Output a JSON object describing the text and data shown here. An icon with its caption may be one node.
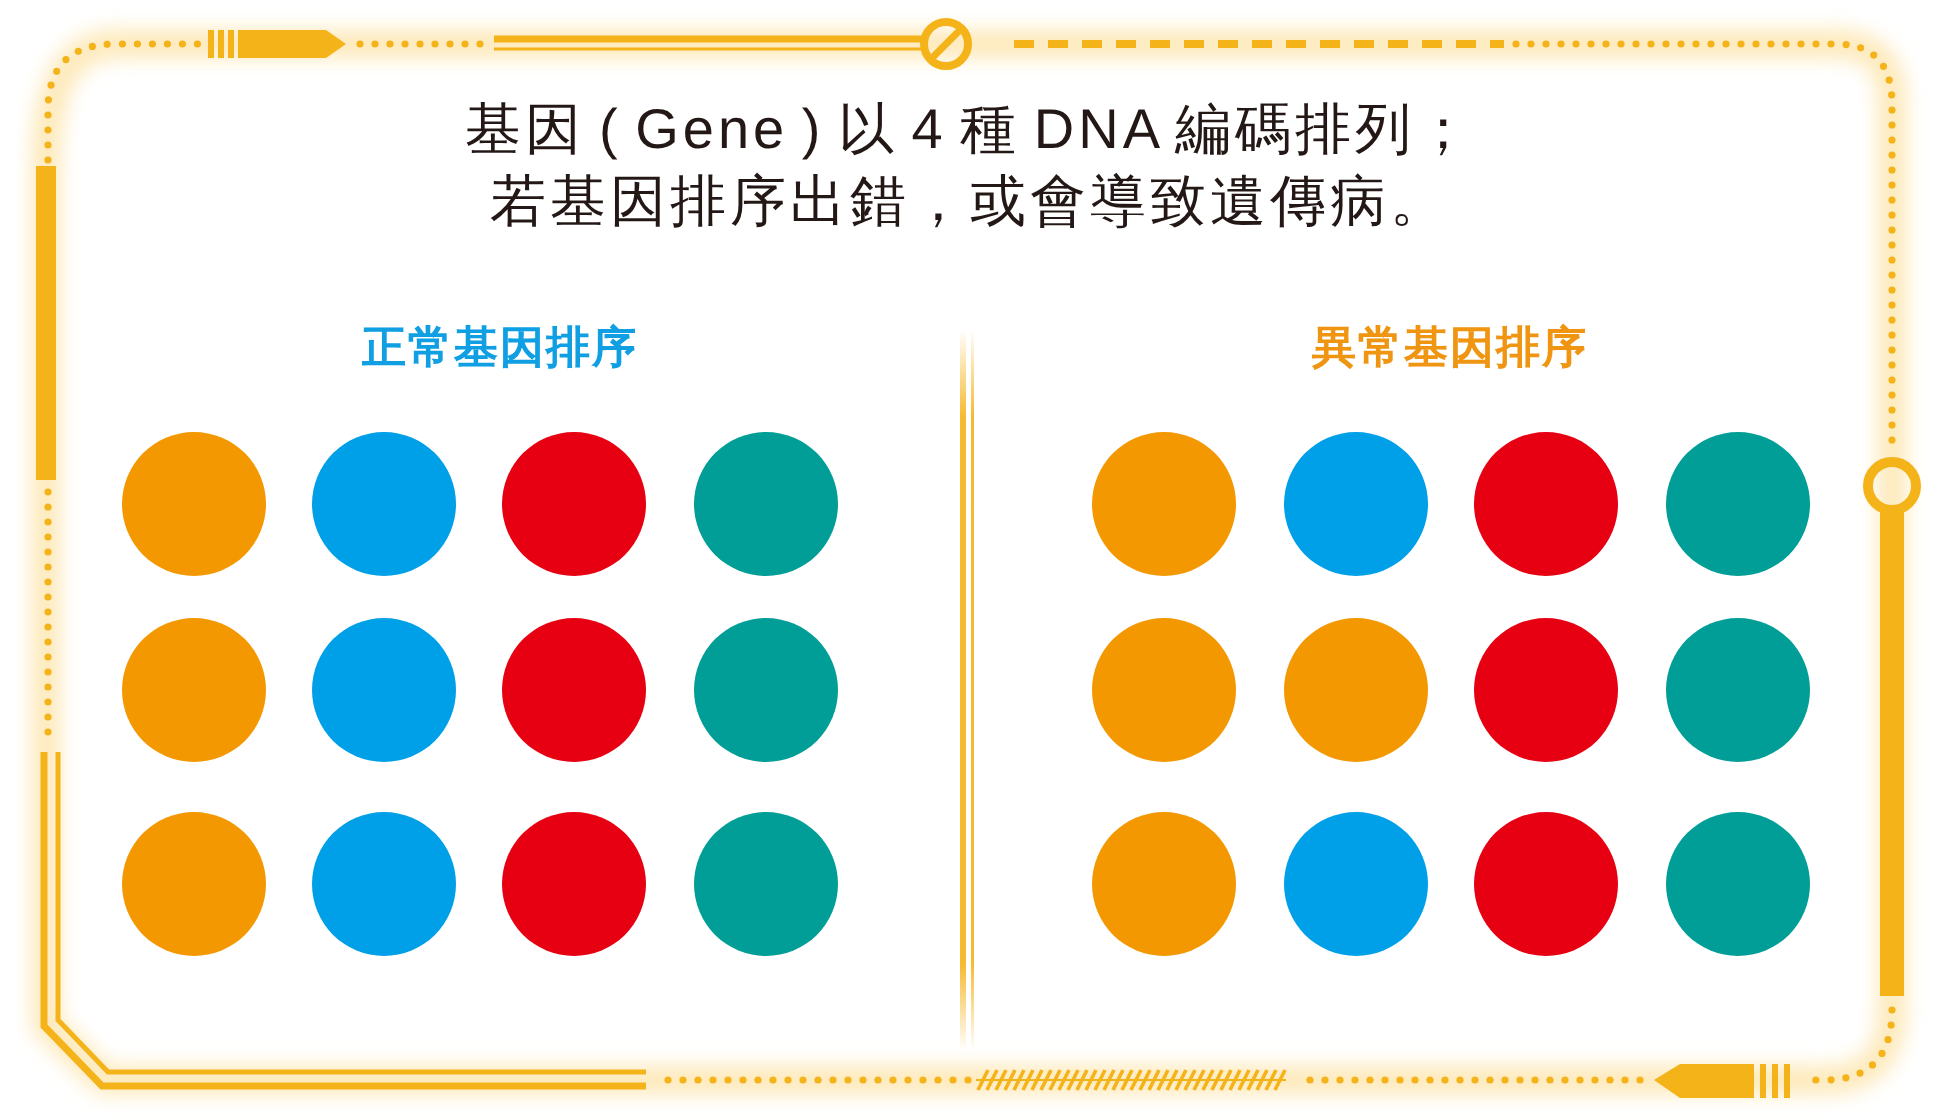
{
  "diagram": {
    "title": "基因 ( Gene ) 以 4 種 DNA 編碼排列；若基因排序出錯，或會導致遺傳病。",
    "nodes": [
      {
        "text": [],
        "shape": "circle"
      },
      {
        "text": [],
        "shape": "circle"
      },
      {
        "text": [],
        "shape": "circle"
      },
      {
        "text": [],
        "shape": "circle"
      },
      {
        "text": [],
        "shape": "circle"
      },
      {
        "text": [],
        "shape": "circle"
      },
      {
        "text": [],
        "shape": "circle"
      },
      {
        "text": [],
        "shape": "circle"
      },
      {
        "text": [],
        "shape": "circle"
      },
      {
        "text": [],
        "shape": "circle"
      },
      {
        "text": [],
        "shape": "circle"
      },
      {
        "text": [],
        "shape": "circle"
      },
      {
        "text": [],
        "shape": "circle"
      },
      {
        "text": [],
        "shape": "circle"
      },
      {
        "text": [],
        "shape": "circle"
      },
      {
        "text": [],
        "shape": "circle"
      },
      {
        "text": [],
        "shape": "circle"
      },
      {
        "text": [],
        "shape": "circle"
      },
      {
        "text": [],
        "shape": "circle"
      },
      {
        "text": [],
        "shape": "circle"
      },
      {
        "text": [],
        "shape": "circle"
      },
      {
        "text": [],
        "shape": "circle"
      },
      {
        "text": [],
        "shape": "circle"
      },
      {
        "text": [],
        "shape": "circle"
      }
    ],
    "labels": [
      "正常基因排序",
      "異常基因排序"
    ]
  }
}
